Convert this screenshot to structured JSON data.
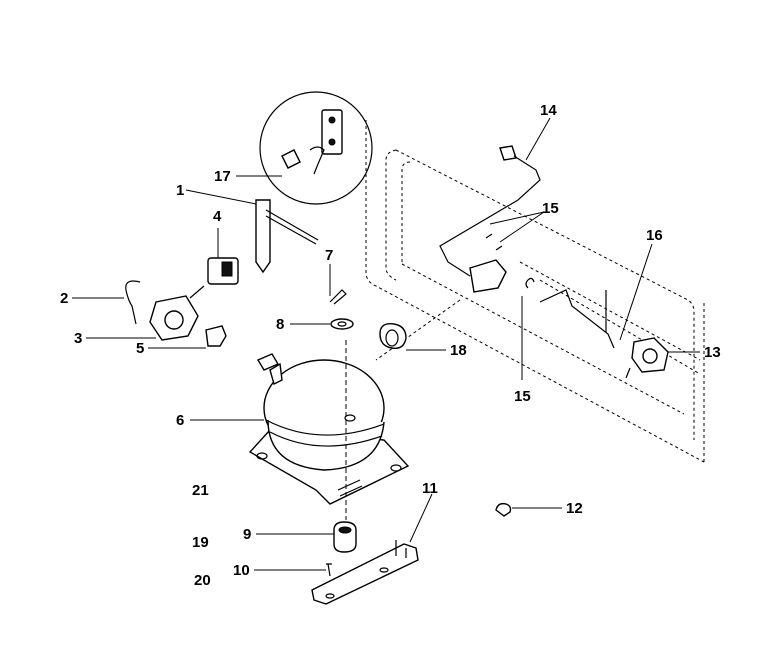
{
  "callouts": {
    "c1": "1",
    "c2": "2",
    "c3": "3",
    "c4": "4",
    "c5": "5",
    "c6": "6",
    "c7": "7",
    "c8": "8",
    "c9": "9",
    "c10": "10",
    "c11": "11",
    "c12": "12",
    "c13": "13",
    "c14": "14",
    "c15a": "15",
    "c15b": "15",
    "c16": "16",
    "c17": "17",
    "c18": "18",
    "c19": "19",
    "c20": "20",
    "c21": "21"
  }
}
